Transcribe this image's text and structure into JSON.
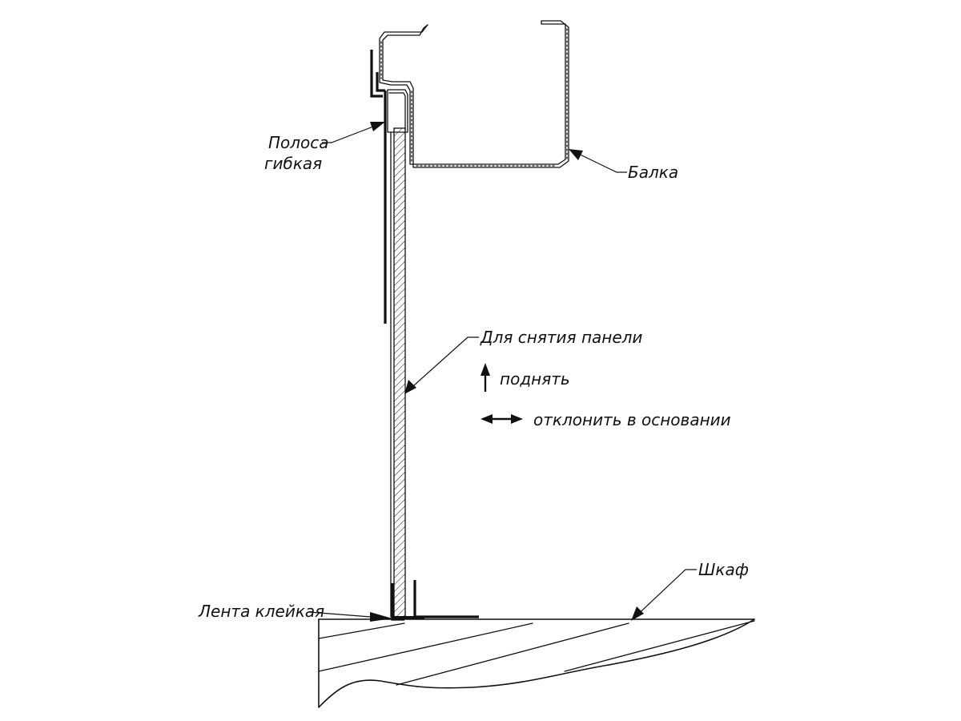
{
  "labels": {
    "strip_line1": "Полоса",
    "strip_line2": "гибкая",
    "beam": "Балка",
    "panel_removal": "Для снятия панели",
    "lift": "поднять",
    "deflect": "отклонить в основании",
    "cabinet": "Шкаф",
    "tape": "Лента клейкая"
  },
  "icons": {
    "lift_arrow": "arrow-up-icon",
    "deflect_arrow": "double-arrow-horizontal-icon"
  }
}
